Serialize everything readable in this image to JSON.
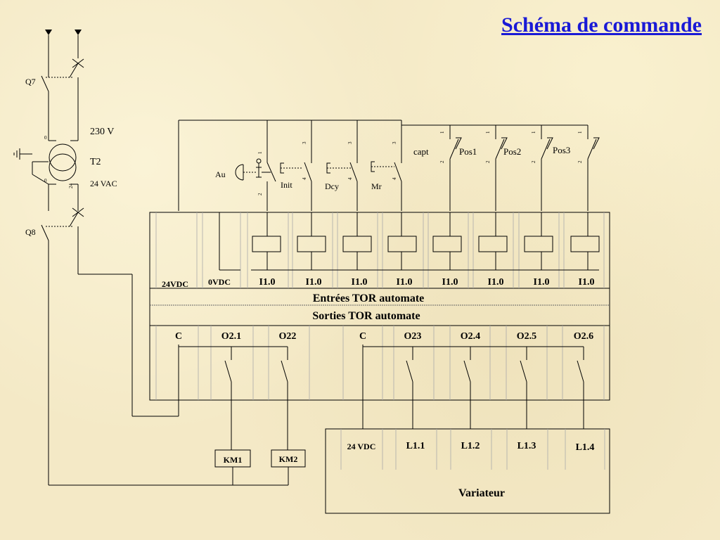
{
  "title": "Schéma de commande",
  "power": {
    "q7": "Q7",
    "q8": "Q8",
    "primary_voltage": "230 V",
    "transformer": "T2",
    "secondary_voltage": "24 VAC",
    "pin_0a": "0",
    "pin_0b": "0",
    "pin_24": "24"
  },
  "buttons": {
    "au": "Au",
    "init": "Init",
    "dcy": "Dcy",
    "mr": "Mr"
  },
  "sensors": {
    "capt": "capt",
    "pos1": "Pos1",
    "pos2": "Pos2",
    "pos3": "Pos3"
  },
  "pins": {
    "one": "1",
    "two": "2",
    "three": "3",
    "four": "4"
  },
  "plc": {
    "supply_24": "24VDC",
    "supply_0": "0VDC",
    "inputs": [
      "I1.0",
      "I1.0",
      "I1.0",
      "I1.0",
      "I1.0",
      "I1.0",
      "I1.0",
      "I1.0"
    ],
    "inputs_title": "Entrées TOR automate",
    "outputs_title": "Sorties TOR automate",
    "outputs": [
      "C",
      "O2.1",
      "O22",
      "C",
      "O23",
      "O2.4",
      "O2.5",
      "O2.6"
    ]
  },
  "loads": {
    "km1": "KM1",
    "km2": "KM2"
  },
  "drive": {
    "supply": "24 VDC",
    "inputs": [
      "L1.1",
      "L1.2",
      "L1.3",
      "L1.4"
    ],
    "name": "Variateur"
  }
}
